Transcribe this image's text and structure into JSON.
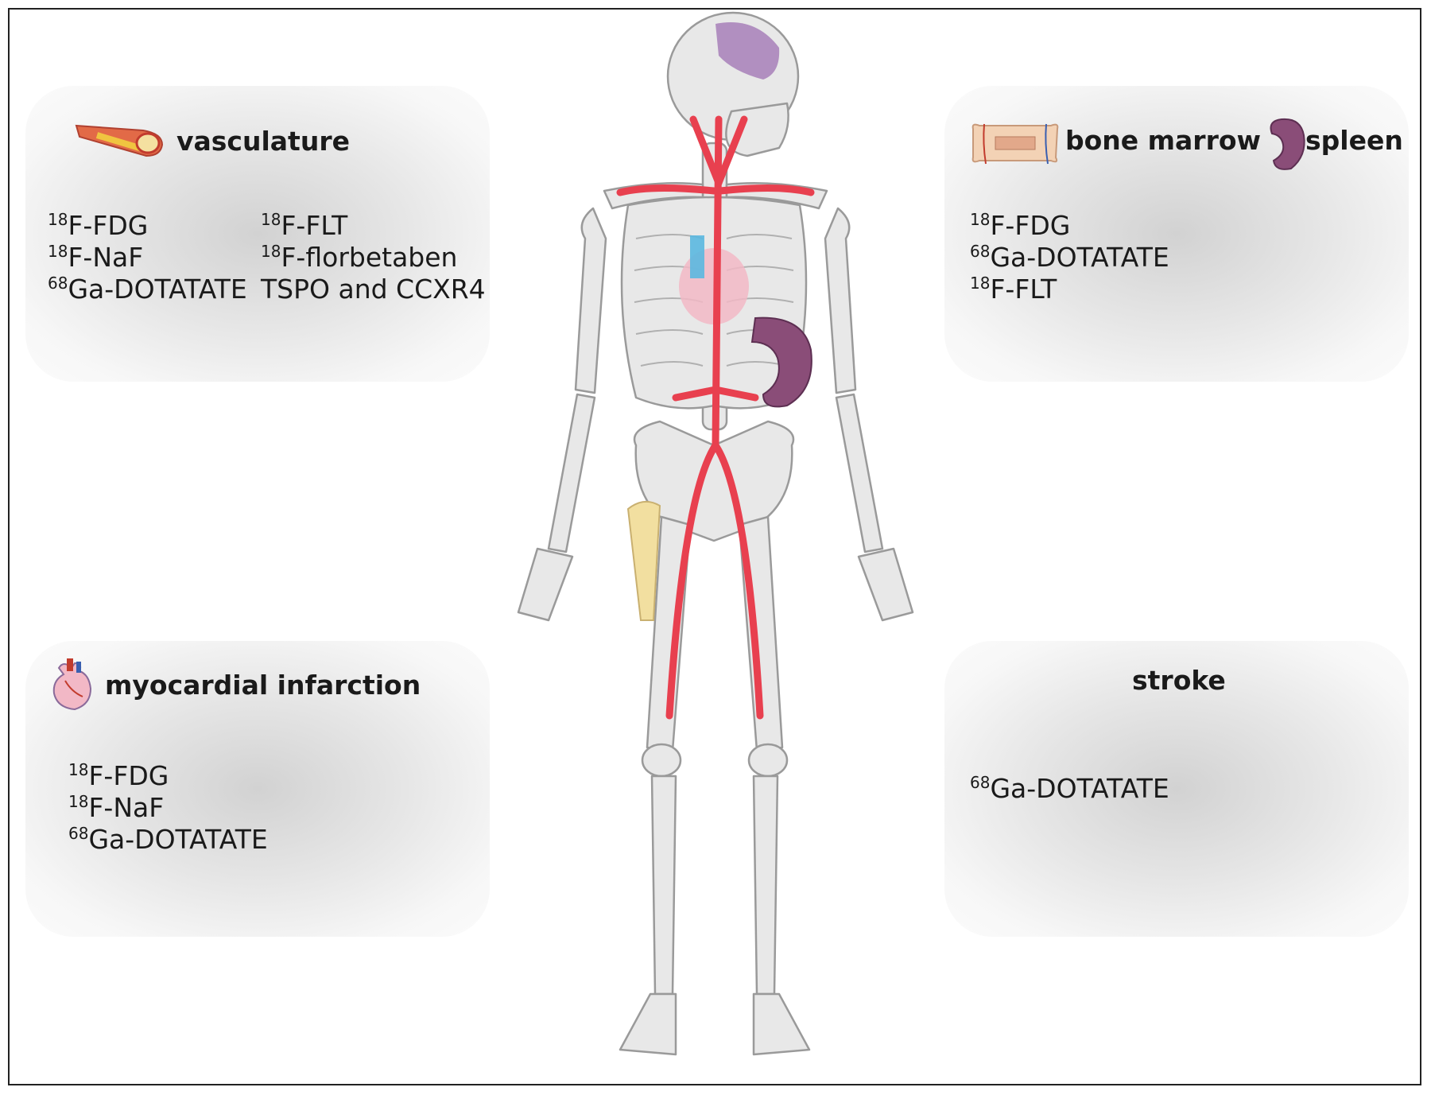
{
  "panels": {
    "vasculature": {
      "heading": "vasculature",
      "col1": [
        {
          "iso": "18",
          "name": "F-FDG"
        },
        {
          "iso": "18",
          "name": "F-NaF"
        },
        {
          "iso": "68",
          "name": "Ga-DOTATATE"
        }
      ],
      "col2": [
        {
          "iso": "18",
          "name": "F-FLT"
        },
        {
          "iso": "18",
          "name": "F-florbetaben"
        },
        {
          "iso": "",
          "name": "TSPO and CCXR4"
        }
      ]
    },
    "bone_marrow": {
      "heading": "bone marrow",
      "heading2": "spleen",
      "tracers": [
        {
          "iso": "18",
          "name": "F-FDG"
        },
        {
          "iso": "68",
          "name": "Ga-DOTATATE"
        },
        {
          "iso": "18",
          "name": "F-FLT"
        }
      ]
    },
    "myocardial_infarction": {
      "heading": "myocardial infarction",
      "tracers": [
        {
          "iso": "18",
          "name": "F-FDG"
        },
        {
          "iso": "18",
          "name": "F-NaF"
        },
        {
          "iso": "68",
          "name": "Ga-DOTATATE"
        }
      ]
    },
    "stroke": {
      "heading": "stroke",
      "tracers": [
        {
          "iso": "68",
          "name": "Ga-DOTATATE"
        }
      ]
    }
  },
  "icons": [
    "artery-plaque-icon",
    "bone-marrow-icon",
    "spleen-icon",
    "heart-icon",
    "skeleton-illustration",
    "brain-icon"
  ],
  "colors": {
    "artery": "#e8404f",
    "spleen": "#8a4d78",
    "bone": "#e6e6e6",
    "brain_highlight": "#a77fb8",
    "vein": "#5bb8e0",
    "frame": "#222222"
  }
}
